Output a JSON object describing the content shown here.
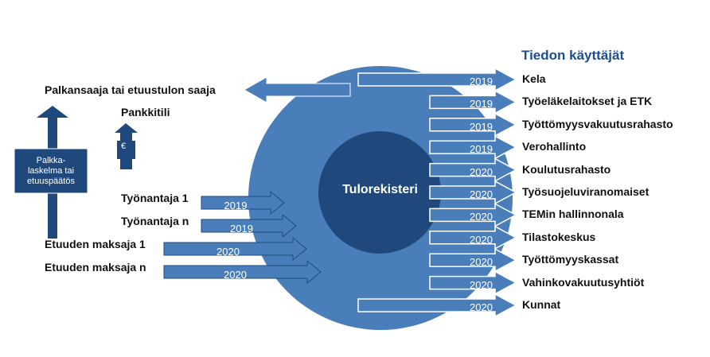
{
  "title": "Tiedon käyttäjät",
  "center_label": "Tulorekisteri",
  "recipient": "Palkansaaja tai etuustulon saaja",
  "bank_account": "Pankkitili",
  "currency_symbol": "€",
  "payslip_box": "Palkka-\nlaskelma tai\netuuspäätös",
  "sources": [
    {
      "label": "Työnantaja 1",
      "year": "2019"
    },
    {
      "label": "Työnantaja n",
      "year": "2019"
    },
    {
      "label": "Etuuden maksaja 1",
      "year": "2020"
    },
    {
      "label": "Etuuden maksaja n",
      "year": "2020"
    }
  ],
  "users": [
    {
      "label": "Kela",
      "year": "2019"
    },
    {
      "label": "Työeläkelaitokset ja ETK",
      "year": "2019"
    },
    {
      "label": "Työttömyysvakuutusrahasto",
      "year": "2019"
    },
    {
      "label": "Verohallinto",
      "year": "2019"
    },
    {
      "label": "Koulutusrahasto",
      "year": "2020"
    },
    {
      "label": "Työsuojeluviranomaiset",
      "year": "2020"
    },
    {
      "label": "TEMin hallinnonala",
      "year": "2020"
    },
    {
      "label": "Tilastokeskus",
      "year": "2020"
    },
    {
      "label": "Työttömyyskassat",
      "year": "2020"
    },
    {
      "label": "Vahinkovakuutusyhtiöt",
      "year": "2020"
    },
    {
      "label": "Kunnat",
      "year": "2020"
    }
  ],
  "colors": {
    "mid_blue": "#4a7ebb",
    "dark_blue": "#1f497d",
    "title_blue": "#1f4e8c"
  }
}
